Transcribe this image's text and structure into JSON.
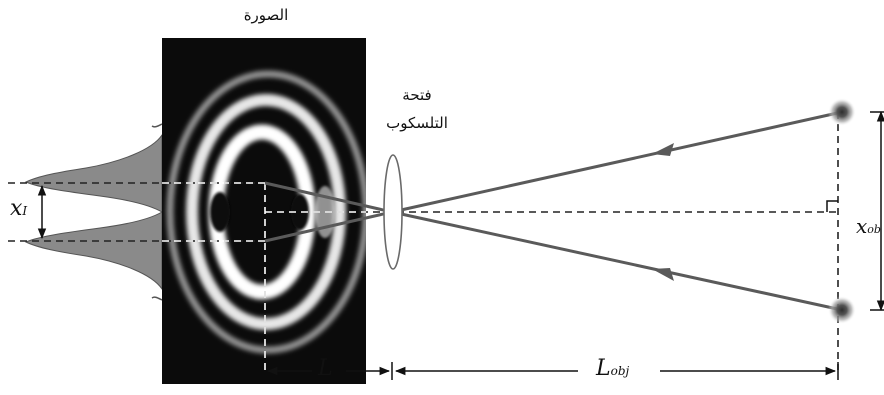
{
  "labels": {
    "image_label": "الصورة",
    "aperture_line1": "فتحة",
    "aperture_line2": "التلسكوب",
    "x_image": "x",
    "x_image_sub": "I",
    "x_object": "x",
    "x_object_sub": "ob",
    "L": "L",
    "L_obj": "L",
    "L_obj_sub": "obj"
  },
  "colors": {
    "screen": "#0b0b0b",
    "rings": "#ffffff",
    "rays": "#5a5a5a",
    "profile": "#8a8a8a",
    "dash": "#222222",
    "star_glow": "#9a9a9a",
    "star_core": "#3a3a3a"
  }
}
